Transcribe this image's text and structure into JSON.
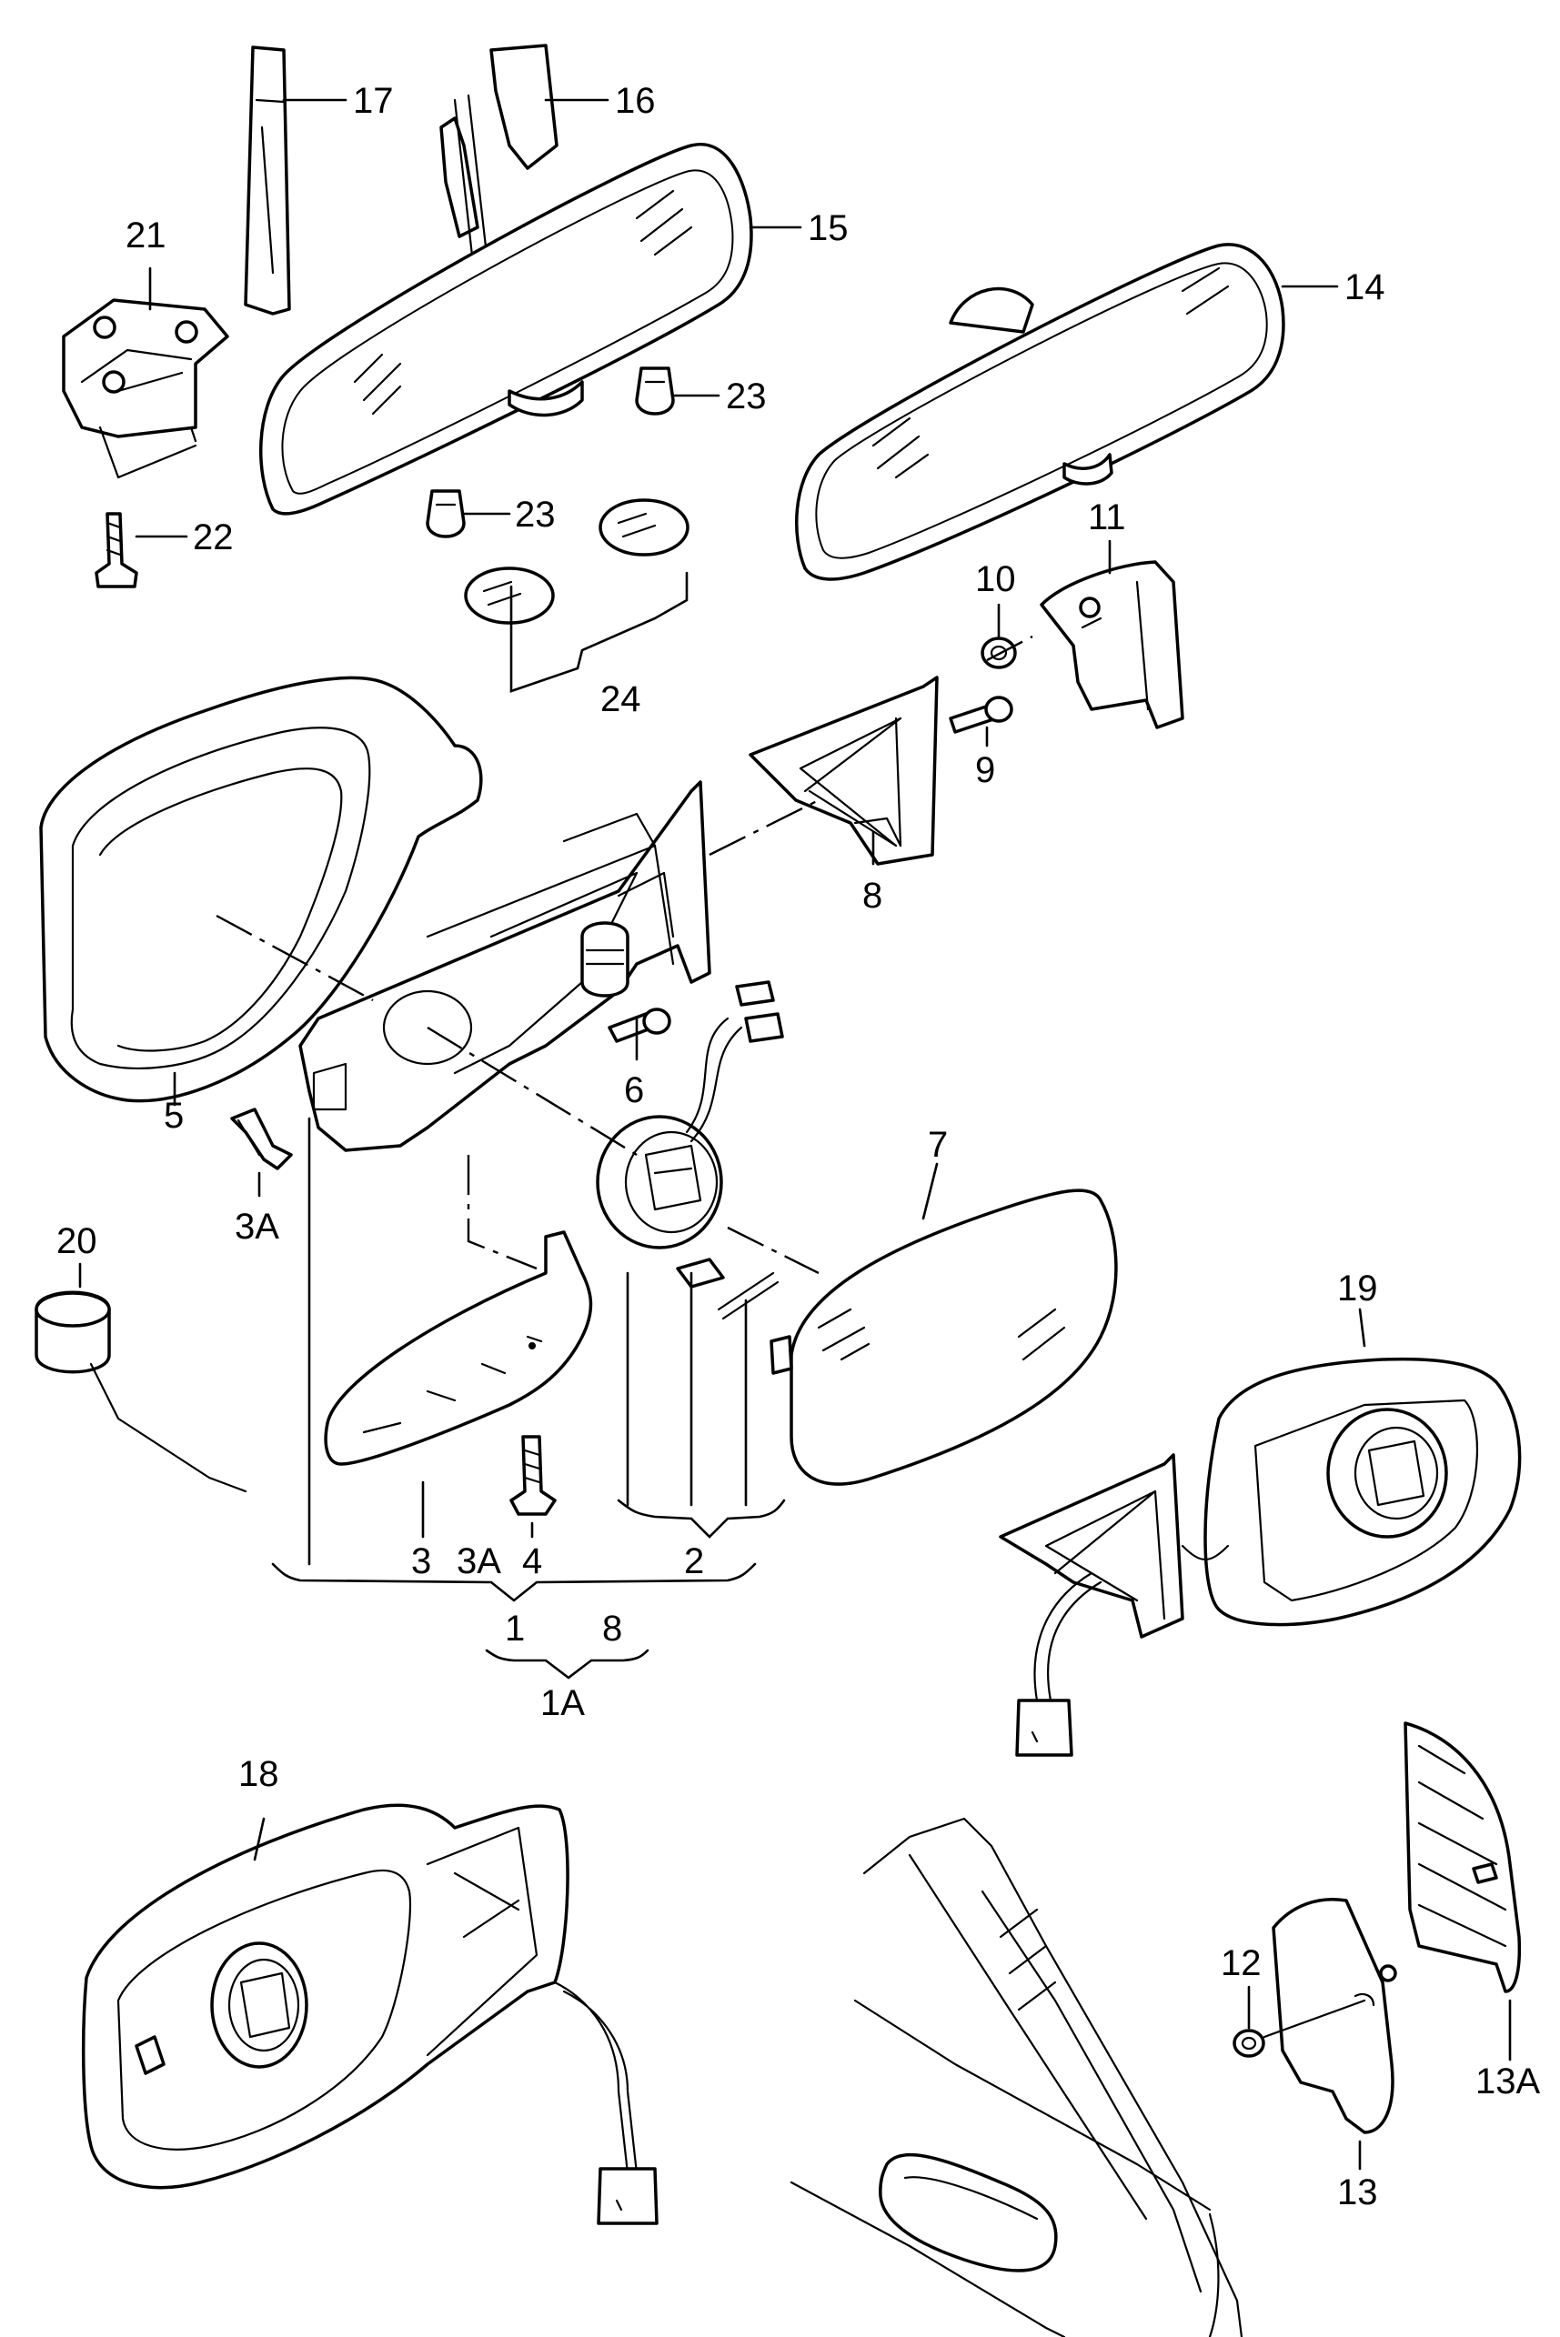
{
  "diagram": {
    "labels": {
      "l1": "1",
      "l1a": "1A",
      "l2": "2",
      "l3": "3",
      "l3a": "3A",
      "l3a_b": "3A",
      "l4": "4",
      "l5": "5",
      "l6": "6",
      "l7": "7",
      "l8": "8",
      "l8_b": "8",
      "l9": "9",
      "l10": "10",
      "l11": "11",
      "l12": "12",
      "l13": "13",
      "l13a": "13A",
      "l14": "14",
      "l15": "15",
      "l16": "16",
      "l17": "17",
      "l18": "18",
      "l19": "19",
      "l20": "20",
      "l21": "21",
      "l22": "22",
      "l23": "23",
      "l23_b": "23",
      "l24": "24"
    }
  }
}
